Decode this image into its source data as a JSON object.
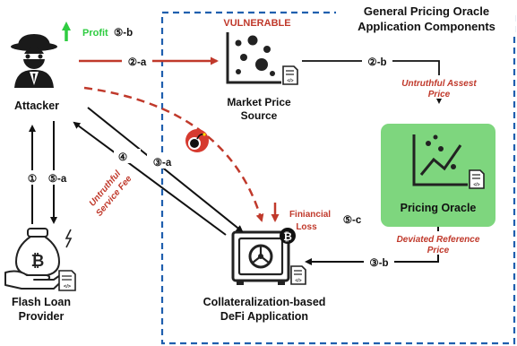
{
  "boundary": {
    "title_line1": "General Pricing Oracle",
    "title_line2": "Application Components"
  },
  "nodes": {
    "attacker": {
      "label": "Attacker"
    },
    "flash_loan": {
      "label_line1": "Flash Loan",
      "label_line2": "Provider"
    },
    "market_price": {
      "tag": "VULNERABLE",
      "label_line1": "Market Price",
      "label_line2": "Source"
    },
    "pricing_oracle": {
      "label": "Pricing Oracle"
    },
    "defi_app": {
      "label_line1": "Collateralization-based",
      "label_line2": "DeFi Application"
    }
  },
  "edges": {
    "profit": {
      "text": "Profit",
      "step": "⑤-b"
    },
    "attacker_to_market": {
      "step": "②-a"
    },
    "market_to_oracle": {
      "step": "②-b"
    },
    "untruthful_price": {
      "line1": "Untruthful Assest",
      "line2": "Price"
    },
    "deviated_price": {
      "line1": "Deviated Reference",
      "line2": "Price"
    },
    "oracle_to_app": {
      "step": "③-b"
    },
    "attacker_to_app": {
      "step": "③-a"
    },
    "app_to_attacker": {
      "step": "④"
    },
    "service_fee": {
      "line1": "Untruthful",
      "line2": "Service Fee"
    },
    "financial_loss": {
      "line1": "Finiancial",
      "line2": "Loss",
      "step": "⑤-c"
    },
    "loan_step1": {
      "step": "①"
    },
    "loan_step5a": {
      "step": "⑤-a"
    }
  },
  "colors": {
    "attack_red": "#c0392b",
    "profit_green": "#2ecc40",
    "oracle_fill": "#7ed67e",
    "boundary_blue": "#1f5fae"
  }
}
